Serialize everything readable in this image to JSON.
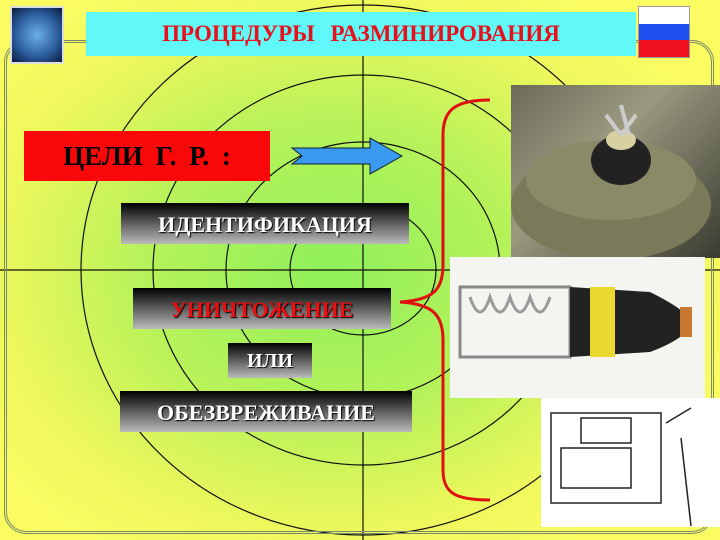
{
  "title": "ПРОЦЕДУРЫ   РАЗМИНИРОВАНИЯ",
  "goals_label": "ЦЕЛИ  Г. Р. :",
  "items": {
    "identification": "ИДЕНТИФИКАЦИЯ",
    "destruction": "УНИЧТОЖЕНИЕ",
    "or": "ИЛИ",
    "neutralization": "ОБЕЗВРЕЖИВАНИЕ"
  },
  "colors": {
    "title_bg": "#60f8f8",
    "title_text": "#e8101c",
    "goal_bg": "#f80808",
    "arrow": "#3a9af0",
    "brace": "#e01010"
  }
}
